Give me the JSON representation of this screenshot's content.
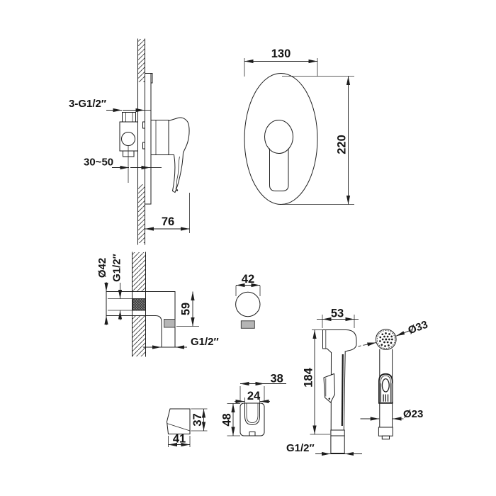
{
  "drawing": {
    "type": "technical-dimension-drawing",
    "subject": "concealed bidet shower mixer set",
    "colors": {
      "line": "#1d1d1d",
      "gray_fill": "#b5b5b5",
      "background": "#ffffff"
    },
    "views": {
      "mixer_side": {
        "name": "mixer-wall-section",
        "labels": {
          "ports": "3-G1/2″",
          "depth": "30~50",
          "protrusion": "76"
        }
      },
      "plate_front": {
        "name": "oval-plate-front",
        "labels": {
          "width": "130",
          "height": "220"
        }
      },
      "elbow_side": {
        "name": "wall-outlet-elbow-section",
        "labels": {
          "flange": "Ø42",
          "thread": "G1/2″",
          "drop": "59",
          "outlet": "G1/2″"
        }
      },
      "outlet_front": {
        "name": "wall-outlet-front",
        "labels": {
          "width": "42"
        }
      },
      "holder_side": {
        "name": "holder-side",
        "labels": {
          "depth": "37",
          "width": "41"
        }
      },
      "holder_front": {
        "name": "holder-front",
        "labels": {
          "outer": "38",
          "inner": "24",
          "height": "48"
        }
      },
      "sprayer_side": {
        "name": "hand-sprayer-side",
        "labels": {
          "head_width": "53",
          "length": "184",
          "thread": "G1/2″"
        }
      },
      "sprayer_front": {
        "name": "hand-sprayer-front",
        "labels": {
          "face": "Ø33",
          "grip": "Ø23"
        }
      }
    }
  }
}
